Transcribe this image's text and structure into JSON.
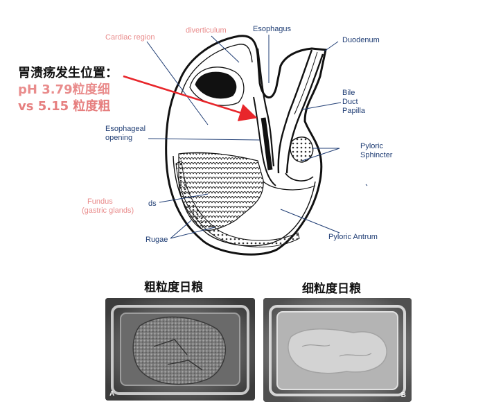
{
  "labels": {
    "cardiac_region": "Cardiac region",
    "diverticulum": "diverticulum",
    "esophagus": "Esophagus",
    "duodenum": "Duodenum",
    "bile_duct_papilla": [
      "Bile",
      "Duct",
      "Papilla"
    ],
    "esophageal_opening": [
      "Esophageal",
      "opening"
    ],
    "pyloric_sphincter": [
      "Pyloric",
      "Sphincter"
    ],
    "fundus": [
      "Fundus",
      "(gastric glands)"
    ],
    "ds": "ds",
    "rugae": "Rugae",
    "pyloric_antrum": "Pyloric Antrum"
  },
  "annotation": {
    "headline": "胃溃疡发生位置：",
    "line1": "pH 3.79粒度细",
    "line2": "vs 5.15 粒度粗"
  },
  "photos": {
    "coarse": {
      "title": "粗粒度日粮",
      "corner": "A"
    },
    "fine": {
      "title": "细粒度日粮",
      "corner": "B"
    }
  },
  "colors": {
    "navy": "#1f3d74",
    "pink": "#e98c8c",
    "arrow": "#e8262b",
    "line2": "#e67f7f"
  }
}
